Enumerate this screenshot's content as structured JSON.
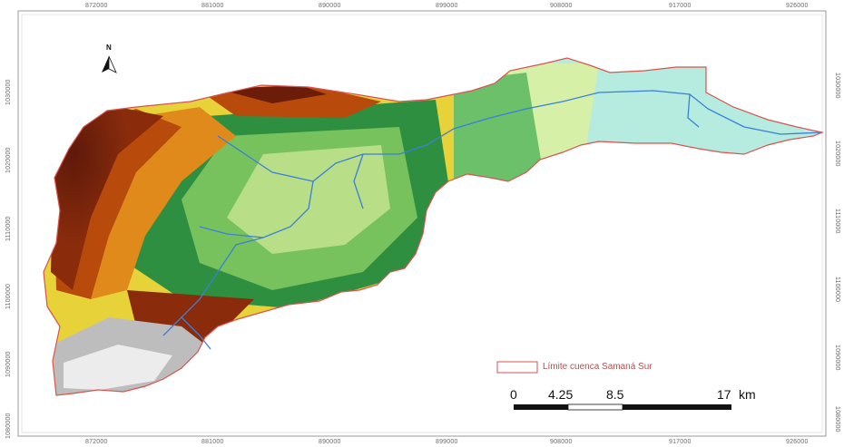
{
  "map": {
    "north": "N",
    "coord_top": [
      "872000",
      "881000",
      "890000",
      "899000",
      "908000",
      "917000",
      "926000"
    ],
    "coord_bottom": [
      "872000",
      "881000",
      "890000",
      "899000",
      "908000",
      "917000",
      "926000"
    ],
    "coord_left": [
      "1030000",
      "1020000",
      "1110000",
      "1100000",
      "1090000",
      "1080000"
    ],
    "coord_right": [
      "1030000",
      "1020000",
      "1110000",
      "1100000",
      "1090000",
      "1080000"
    ],
    "legend_label": "Límite cuenca Samaná Sur",
    "scale": {
      "labels": [
        "0",
        "4.25",
        "8.5",
        "17"
      ],
      "unit": "km"
    },
    "colors": {
      "boundary": "#d9534f",
      "river": "#3a7fd9",
      "elevation_ramp": [
        "#b3e8e0",
        "#e6f2a8",
        "#7cc66a",
        "#2e8b3d",
        "#e8d23a",
        "#e08a1c",
        "#b84a0c",
        "#6b1d0a",
        "#c9c9c9",
        "#f2f2f2"
      ]
    }
  }
}
